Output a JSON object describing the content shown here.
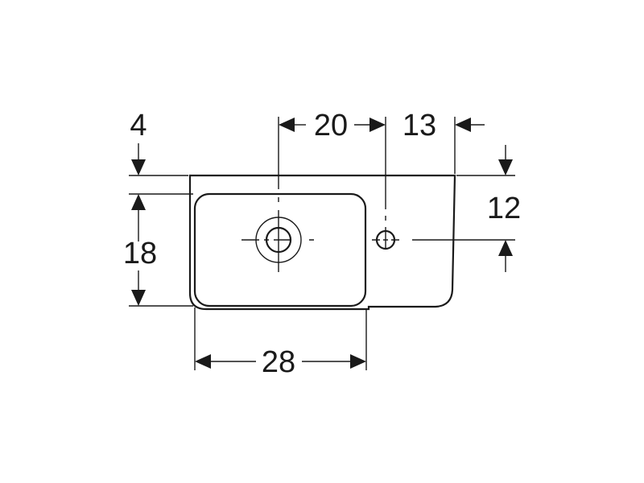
{
  "dimensions": {
    "top_offset": "4",
    "tap_spacing": "20",
    "side_offset": "13",
    "hole_height": "12",
    "bowl_depth": "18",
    "bowl_width": "28"
  },
  "colors": {
    "line": "#1a1a1a",
    "background": "#ffffff"
  }
}
